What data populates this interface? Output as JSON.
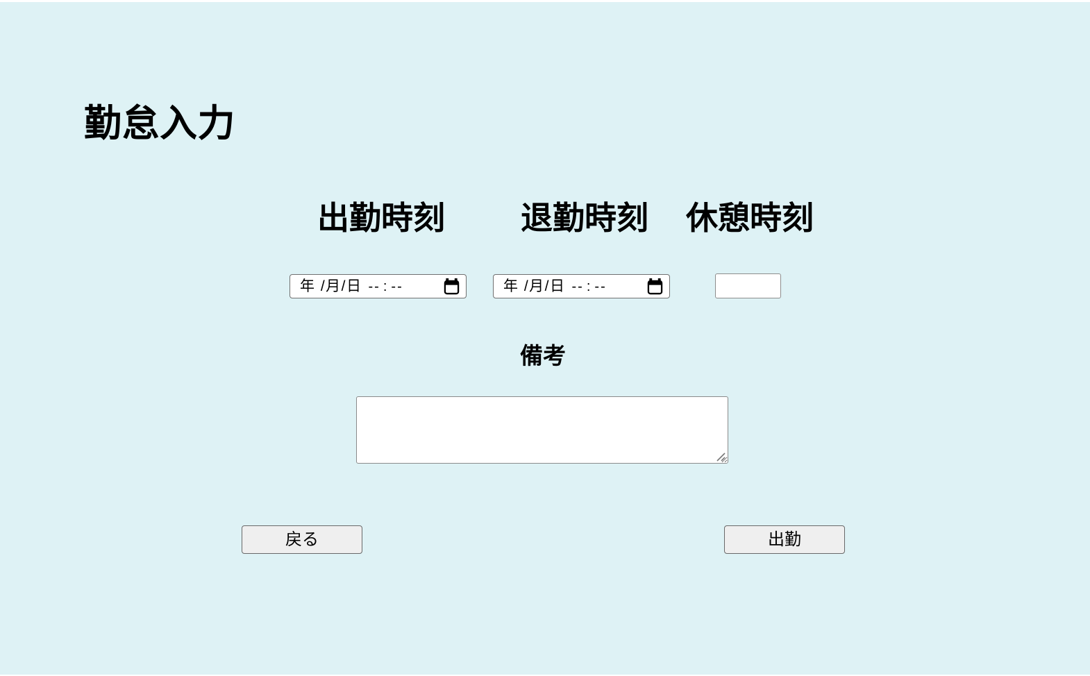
{
  "page": {
    "title": "勤怠入力",
    "background_color": "#def2f5"
  },
  "attendance_form": {
    "checkin": {
      "label": "出勤時刻",
      "date_placeholder": "年 /月/日",
      "hour_placeholder": "--",
      "time_separator": ":",
      "minute_placeholder": "--"
    },
    "checkout": {
      "label": "退勤時刻",
      "date_placeholder": "年 /月/日",
      "hour_placeholder": "--",
      "time_separator": ":",
      "minute_placeholder": "--"
    },
    "break": {
      "label": "休憩時刻",
      "value": ""
    },
    "remarks": {
      "label": "備考",
      "value": ""
    },
    "back_button_label": "戻る",
    "submit_button_label": "出勤"
  }
}
